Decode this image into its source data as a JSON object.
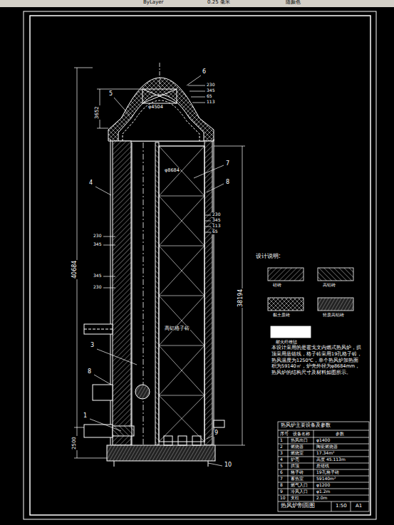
{
  "diagram": {
    "title": "热风炉剖面图",
    "labels": [
      "ByLayer",
      "0.25 毫米",
      "随颜色",
      "5",
      "6",
      "4",
      "7",
      "8",
      "3",
      "8",
      "1",
      "9",
      "10",
      "3652",
      "40684",
      "38194",
      "2500",
      "φ8684",
      "φ4504",
      "高铝格子砖",
      "230",
      "345",
      "65",
      "113",
      "230",
      "345",
      "113",
      "65",
      "230",
      "345",
      "345",
      "230",
      "设计说明:",
      "本设计采用的是霍戈文内燃式热风炉，拱顶采用悬链线，格子砖采用19孔格子砖，热风温度为1250℃，单个热风炉加热面积为59140㎡，炉壳外径为φ8684mm，热风炉的结构尺寸及材料如图所示。",
      "热风炉主要设备及参数",
      "序号",
      "设备名称",
      "参数",
      "1",
      "热风出口",
      "φ1400",
      "2",
      "燃烧器",
      "陶瓷燃烧器",
      "3",
      "燃烧室",
      "17.34m²",
      "4",
      "炉壳",
      "高度 45.113m",
      "5",
      "拱顶",
      "悬链线",
      "6",
      "格子砖",
      "19孔格子砖",
      "7",
      "蓄热室",
      "59140m²",
      "8",
      "燃气入口",
      "φ1200",
      "9",
      "冷风入口",
      "φ1.2m",
      "10",
      "支柱",
      "2.0m",
      "1:50",
      "A1"
    ],
    "legend": [
      {
        "text": "硅砖"
      },
      {
        "text": "高铝砖"
      },
      {
        "text": "黏土质砖"
      },
      {
        "text": "轻质高铝砖"
      },
      {
        "text": "耐火纤维毡"
      }
    ]
  }
}
